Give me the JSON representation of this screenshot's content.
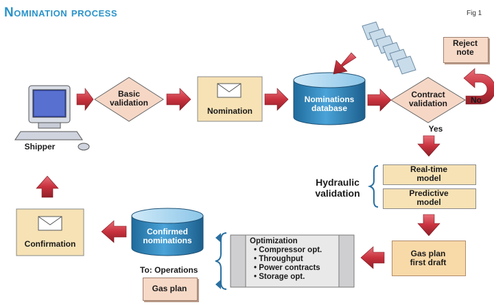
{
  "title": "Nomination process",
  "fig_label": "Fig 1",
  "nodes": {
    "shipper": "Shipper",
    "basic_validation": [
      "Basic",
      "validation"
    ],
    "nomination": "Nomination",
    "nominations_database": [
      "Nominations",
      "database"
    ],
    "contract_validation": [
      "Contract",
      "validation"
    ],
    "reject_note": [
      "Reject",
      "note"
    ],
    "no_label": "No",
    "yes_label": "Yes",
    "hydraulic_validation": [
      "Hydraulic",
      "validation"
    ],
    "realtime_model": [
      "Real-time",
      "model"
    ],
    "predictive_model": [
      "Predictive",
      "model"
    ],
    "gas_plan_first_draft": [
      "Gas plan",
      "first draft"
    ],
    "optimization_title": "Optimization",
    "optimization_items": [
      "Compressor opt.",
      "Throughput",
      "Power contracts",
      "Storage opt."
    ],
    "confirmed_nominations": [
      "Confirmed",
      "nominations"
    ],
    "to_operations": "To: Operations",
    "gas_plan": "Gas plan",
    "confirmation": "Confirmation"
  },
  "colors": {
    "title": "#2a93c9",
    "arrow_red": "#c8323e",
    "diamond_fill": "#f6d7c6",
    "panel_yellow": "#f6e2b5",
    "cylinder_blue": "#2d7fb3",
    "bracket_blue": "#2a6fa0"
  },
  "icons": [
    "computer-icon",
    "envelope-icon",
    "documents-stack-icon"
  ]
}
